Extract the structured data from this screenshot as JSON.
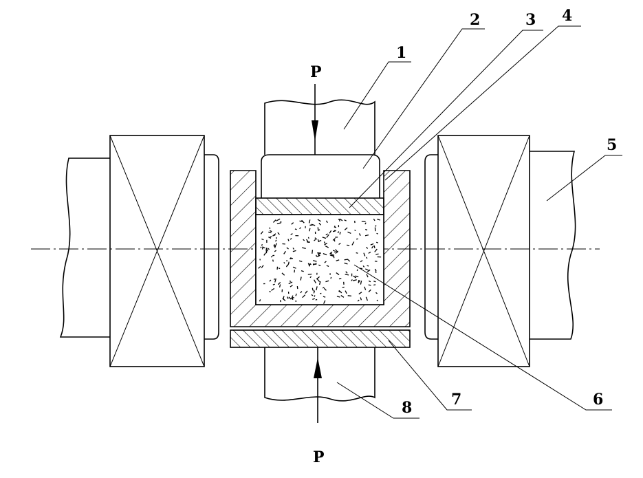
{
  "force_labels": {
    "top": "P",
    "bottom": "P"
  },
  "part_labels": [
    "1",
    "2",
    "3",
    "4",
    "5",
    "6",
    "7",
    "8"
  ]
}
